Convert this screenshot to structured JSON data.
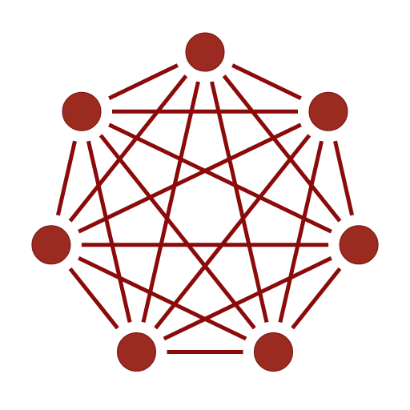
{
  "diagram": {
    "type": "complete-graph",
    "node_count": 7,
    "edge_count": 21,
    "colors": {
      "node_fill": "#9b2a20",
      "node_stroke": "#7a1410",
      "edge": "#8b0a0a",
      "background": "#ffffff"
    },
    "nodes": [
      {
        "id": "node-1"
      },
      {
        "id": "node-2"
      },
      {
        "id": "node-3"
      },
      {
        "id": "node-4"
      },
      {
        "id": "node-5"
      },
      {
        "id": "node-6"
      },
      {
        "id": "node-7"
      }
    ]
  }
}
